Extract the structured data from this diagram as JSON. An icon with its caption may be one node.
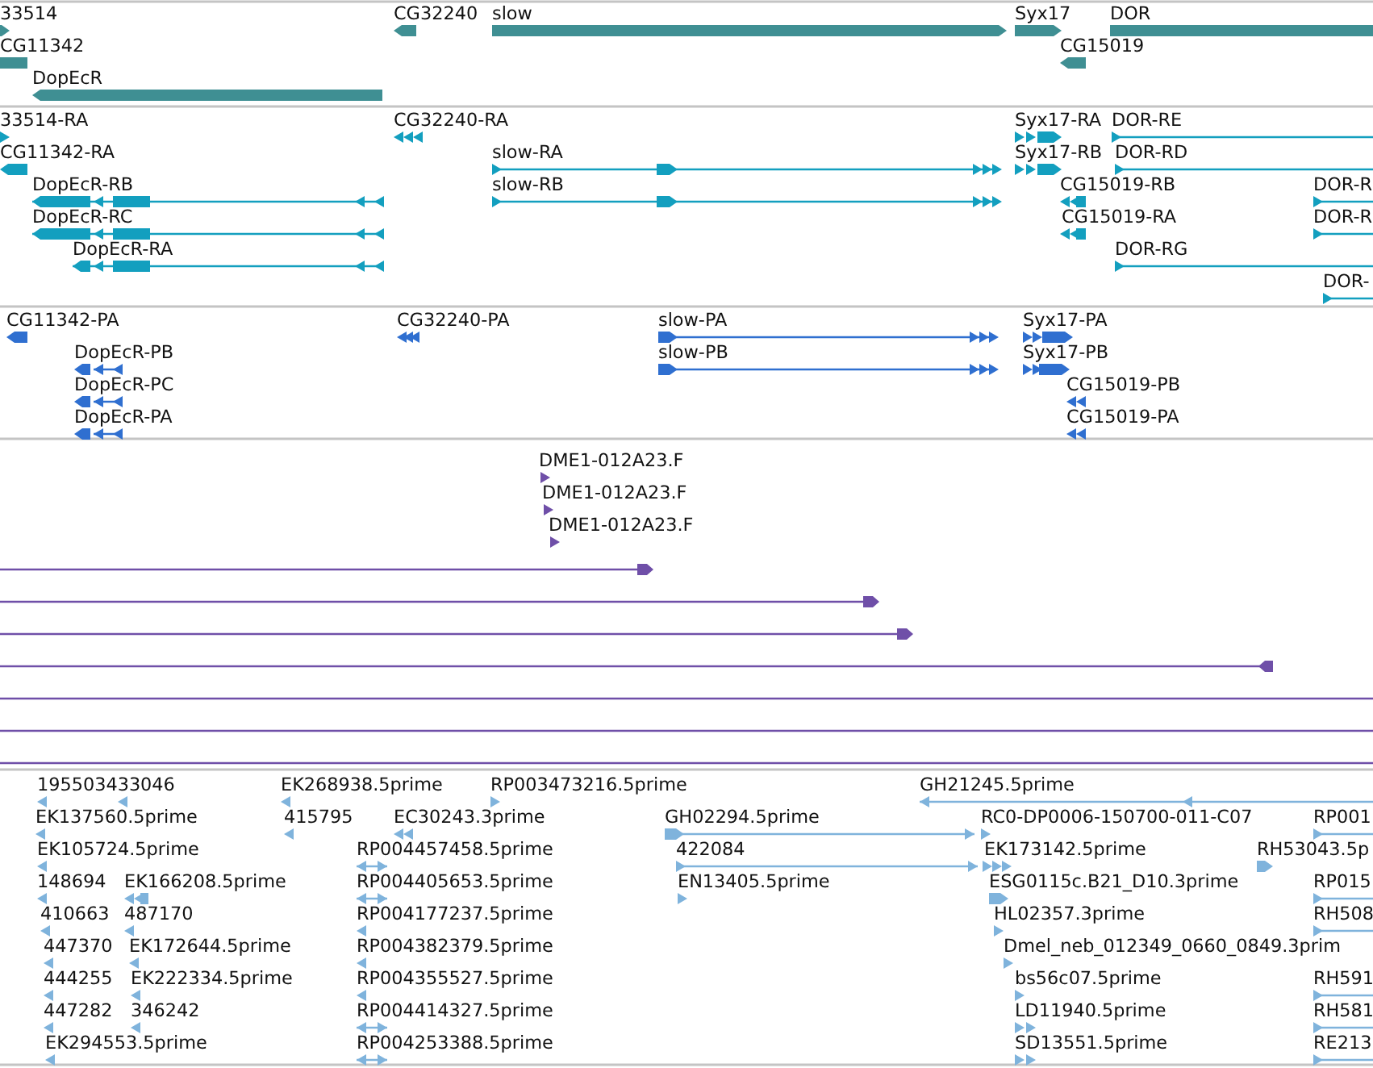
{
  "diagram": {
    "labels": [
      "33514",
      "CG32240",
      "slow",
      "Syx17",
      "DOR",
      "CG11342",
      "CG15019",
      "DopEcR",
      "33514-RA",
      "CG32240-RA",
      "Syx17-RA",
      "DOR-RE",
      "CG11342-RA",
      "slow-RA",
      "Syx17-RB",
      "DOR-RD",
      "DopEcR-RB",
      "slow-RB",
      "CG15019-RB",
      "DOR-R",
      "DopEcR-RC",
      "CG15019-RA",
      "DOR-R",
      "DopEcR-RA",
      "DOR-RG",
      "DOR-",
      "CG11342-PA",
      "CG32240-PA",
      "slow-PA",
      "Syx17-PA",
      "DopEcR-PB",
      "slow-PB",
      "Syx17-PB",
      "DopEcR-PC",
      "CG15019-PB",
      "DopEcR-PA",
      "CG15019-PA",
      "DME1-012A23.F",
      "DME1-012A23.F",
      "DME1-012A23.F",
      "195503433046",
      "EK268938.5prime",
      "RP003473216.5prime",
      "GH21245.5prime",
      "EK137560.5prime",
      "415795",
      "EC30243.3prime",
      "GH02294.5prime",
      "RC0-DP0006-150700-011-C07",
      "RP001",
      "EK105724.5prime",
      "RP004457458.5prime",
      "422084",
      "EK173142.5prime",
      "RH53043.5p",
      "148694",
      "EK166208.5prime",
      "RP004405653.5prime",
      "EN13405.5prime",
      "ESG0115c.B21_D10.3prime",
      "RP015",
      "410663",
      "487170",
      "RP004177237.5prime",
      "HL02357.3prime",
      "RH508",
      "447370",
      "EK172644.5prime",
      "RP004382379.5prime",
      "Dmel_neb_012349_0660_0849.3prim",
      "444255",
      "EK222334.5prime",
      "RP004355527.5prime",
      "bs56c07.5prime",
      "RH591",
      "447282",
      "346242",
      "RP004414327.5prime",
      "LD11940.5prime",
      "RH581",
      "EK294553.5prime",
      "RP004253388.5prime",
      "SD13551.5prime",
      "RE213"
    ]
  }
}
